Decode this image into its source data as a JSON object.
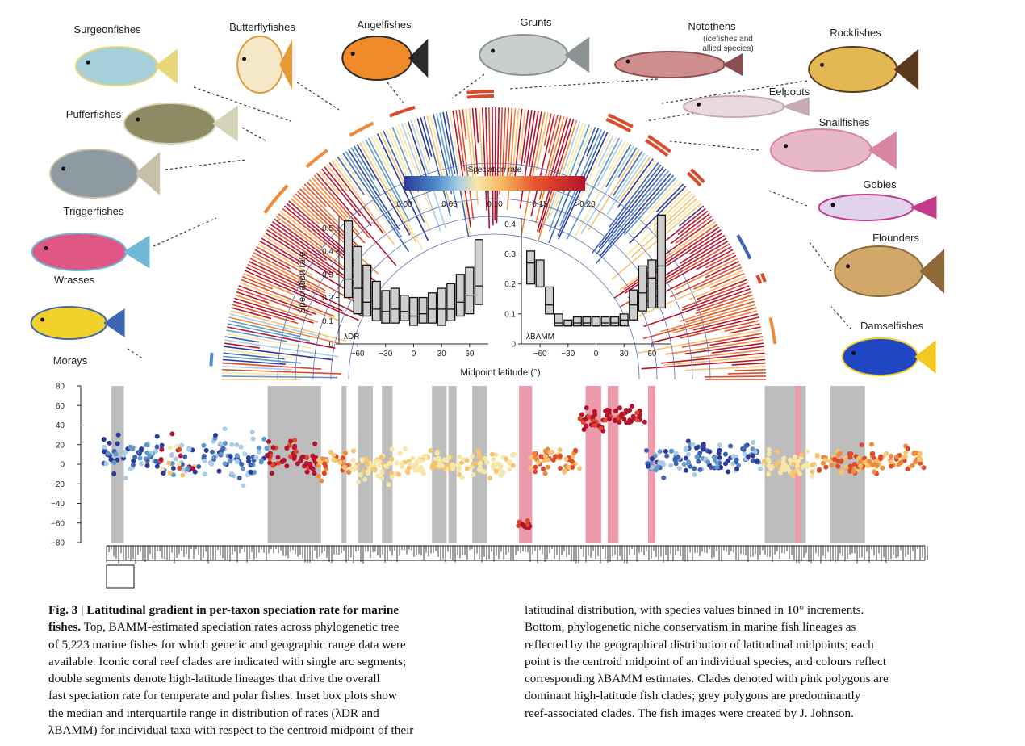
{
  "fish_labels": {
    "surgeonfishes": "Surgeonfishes",
    "butterflyfishes": "Butterflyfishes",
    "angelfishes": "Angelfishes",
    "grunts": "Grunts",
    "notothens": "Notothens",
    "notothens_sub1": "(icefishes and",
    "notothens_sub2": "allied species)",
    "rockfishes": "Rockfishes",
    "pufferfishes": "Pufferfishes",
    "eelpouts": "Eelpouts",
    "snailfishes": "Snailfishes",
    "triggerfishes": "Triggerfishes",
    "gobies": "Gobies",
    "wrasses": "Wrasses",
    "flounders": "Flounders",
    "morays": "Morays",
    "damselfishes": "Damselfishes"
  },
  "colorbar": {
    "title": "Speciation rate",
    "ticks": [
      "0.00",
      "0.05",
      "0.10",
      "0.15",
      ">0.20"
    ]
  },
  "colors": {
    "low": "#2b3a9a",
    "mid_low": "#4f8cc9",
    "mid": "#f6e7a8",
    "mid_high": "#f08a3a",
    "high": "#b4132b",
    "reef_polygon": "#bdbdbd",
    "highlat_polygon": "#ec9aab"
  },
  "chart_data": [
    {
      "type": "box",
      "id": "lambda_dr",
      "label": "λDR",
      "ylabel": "Speciation rate",
      "xlabel": "",
      "ylim": [
        0,
        0.55
      ],
      "yticks": [
        0,
        0.1,
        0.2,
        0.3,
        0.4,
        0.5
      ],
      "xticks": [
        -60,
        -30,
        0,
        30,
        60
      ],
      "x": [
        -70,
        -60,
        -50,
        -40,
        -30,
        -20,
        -10,
        0,
        10,
        20,
        30,
        40,
        50,
        60,
        70
      ],
      "q1": [
        0.2,
        0.13,
        0.12,
        0.1,
        0.09,
        0.09,
        0.1,
        0.08,
        0.09,
        0.09,
        0.08,
        0.1,
        0.12,
        0.13,
        0.17
      ],
      "median": [
        0.28,
        0.24,
        0.18,
        0.15,
        0.14,
        0.15,
        0.14,
        0.12,
        0.13,
        0.15,
        0.15,
        0.15,
        0.18,
        0.21,
        0.25
      ],
      "q3": [
        0.53,
        0.42,
        0.34,
        0.27,
        0.23,
        0.24,
        0.21,
        0.2,
        0.2,
        0.22,
        0.24,
        0.26,
        0.3,
        0.33,
        0.45
      ]
    },
    {
      "type": "box",
      "id": "lambda_bamm",
      "label": "λBAMM",
      "ylabel": "",
      "xlabel": "Midpoint latitude (°)",
      "ylim": [
        0,
        0.42
      ],
      "yticks": [
        0,
        0.1,
        0.2,
        0.3,
        0.4
      ],
      "xticks": [
        -60,
        -30,
        0,
        30,
        60
      ],
      "x": [
        -70,
        -60,
        -50,
        -40,
        -30,
        -20,
        -10,
        0,
        10,
        20,
        30,
        40,
        50,
        60,
        70
      ],
      "q1": [
        0.2,
        0.19,
        0.1,
        0.06,
        0.06,
        0.06,
        0.06,
        0.06,
        0.06,
        0.06,
        0.06,
        0.08,
        0.11,
        0.12,
        0.12
      ],
      "median": [
        0.27,
        0.19,
        0.13,
        0.07,
        0.06,
        0.07,
        0.07,
        0.06,
        0.07,
        0.07,
        0.08,
        0.13,
        0.17,
        0.22,
        0.26
      ],
      "q3": [
        0.31,
        0.28,
        0.19,
        0.1,
        0.08,
        0.09,
        0.09,
        0.09,
        0.09,
        0.09,
        0.1,
        0.18,
        0.26,
        0.28,
        0.43
      ]
    },
    {
      "type": "scatter",
      "id": "latitudinal_midpoints",
      "ylim": [
        -80,
        80
      ],
      "yticks": [
        -80,
        -60,
        -40,
        -20,
        0,
        20,
        40,
        60,
        80
      ],
      "reef_clades_x": [
        [
          0.01,
          0.025
        ],
        [
          0.2,
          0.265
        ],
        [
          0.29,
          0.296
        ],
        [
          0.31,
          0.328
        ],
        [
          0.339,
          0.352
        ],
        [
          0.4,
          0.418
        ],
        [
          0.42,
          0.43
        ],
        [
          0.449,
          0.467
        ],
        [
          0.805,
          0.855
        ],
        [
          0.885,
          0.927
        ]
      ],
      "highlat_clades_x": [
        [
          0.506,
          0.522
        ],
        [
          0.587,
          0.606
        ],
        [
          0.614,
          0.627
        ],
        [
          0.663,
          0.672
        ],
        [
          0.842,
          0.849
        ]
      ],
      "clusters": [
        {
          "x": [
            0.0,
            0.07
          ],
          "y": 10,
          "spread": 28,
          "tone": "blue"
        },
        {
          "x": [
            0.07,
            0.12
          ],
          "y": 5,
          "spread": 32,
          "tone": "mixed"
        },
        {
          "x": [
            0.12,
            0.2
          ],
          "y": 10,
          "spread": 38,
          "tone": "blue"
        },
        {
          "x": [
            0.2,
            0.26
          ],
          "y": 5,
          "spread": 30,
          "tone": "red"
        },
        {
          "x": [
            0.26,
            0.3
          ],
          "y": 0,
          "spread": 25,
          "tone": "orange"
        },
        {
          "x": [
            0.3,
            0.37
          ],
          "y": -2,
          "spread": 26,
          "tone": "cream"
        },
        {
          "x": [
            0.37,
            0.4
          ],
          "y": 0,
          "spread": 20,
          "tone": "cream"
        },
        {
          "x": [
            0.4,
            0.5
          ],
          "y": 0,
          "spread": 22,
          "tone": "cream"
        },
        {
          "x": [
            0.505,
            0.52
          ],
          "y": -62,
          "spread": 8,
          "tone": "red"
        },
        {
          "x": [
            0.52,
            0.58
          ],
          "y": 5,
          "spread": 22,
          "tone": "orange"
        },
        {
          "x": [
            0.58,
            0.61
          ],
          "y": 45,
          "spread": 18,
          "tone": "red"
        },
        {
          "x": [
            0.61,
            0.66
          ],
          "y": 50,
          "spread": 18,
          "tone": "red"
        },
        {
          "x": [
            0.66,
            0.72
          ],
          "y": 5,
          "spread": 28,
          "tone": "blue"
        },
        {
          "x": [
            0.72,
            0.8
          ],
          "y": 8,
          "spread": 25,
          "tone": "blue"
        },
        {
          "x": [
            0.8,
            0.87
          ],
          "y": 0,
          "spread": 22,
          "tone": "cream"
        },
        {
          "x": [
            0.87,
            0.93
          ],
          "y": 3,
          "spread": 20,
          "tone": "orange"
        },
        {
          "x": [
            0.93,
            1.0
          ],
          "y": 5,
          "spread": 20,
          "tone": "orange"
        }
      ]
    }
  ],
  "caption": {
    "fig_label": "Fig. 3 | Latitudinal gradient in per-taxon speciation rate for marine",
    "line2_bold": "fishes.",
    "line2_rest": " Top, BAMM-estimated speciation rates across phylogenetic tree",
    "line3": "of 5,223 marine fishes for which genetic and geographic range data were",
    "line4": "available. Iconic coral reef clades are indicated with single arc segments;",
    "line5": "double segments denote high-latitude lineages that drive the overall",
    "line6": "fast speciation rate for temperate and polar fishes. Inset box plots show",
    "line7": "the median and interquartile range in distribution of rates (λDR and",
    "line8": "λBAMM) for individual taxa with respect to the centroid midpoint of their",
    "r1": "latitudinal distribution, with species values binned in 10° increments.",
    "r2": "Bottom, phylogenetic niche conservatism in marine fish lineages as",
    "r3": "reflected by the geographical distribution of latitudinal midpoints; each",
    "r4": "point is the centroid midpoint of an individual species, and colours reflect",
    "r5": "corresponding λBAMM estimates. Clades denoted with pink polygons are",
    "r6": "dominant high-latitude fish clades; grey polygons are predominantly",
    "r7": "reef-associated clades. The fish images were created by J. Johnson."
  }
}
